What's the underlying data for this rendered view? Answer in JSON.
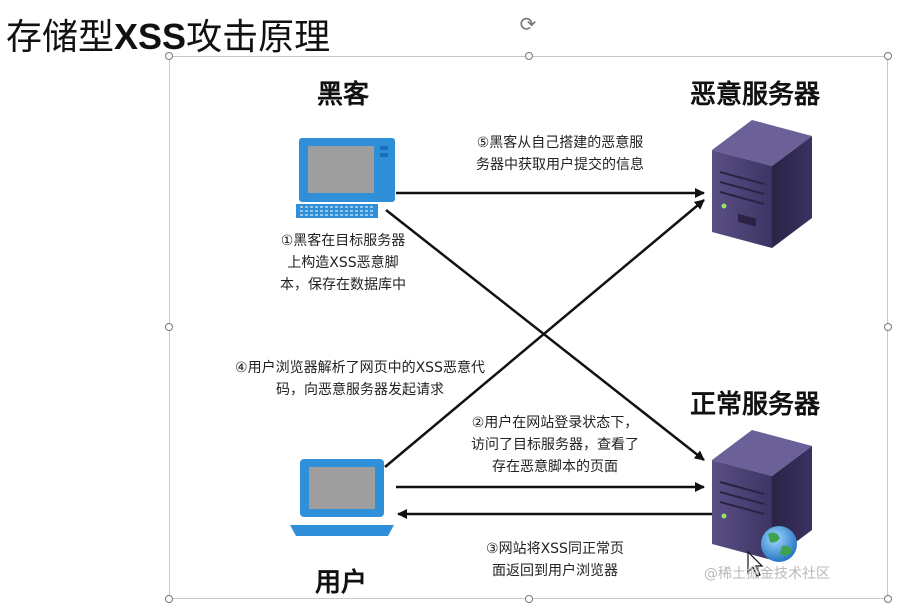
{
  "page": {
    "title_prefix": "存储型",
    "title_bold": "XSS",
    "title_suffix": "攻击原理"
  },
  "diagram": {
    "hacker_label": "黑客",
    "user_label": "用户",
    "malicious_server_label": "恶意服务器",
    "normal_server_label": "正常服务器",
    "steps": {
      "step1": [
        "①黑客在目标服务器",
        "上构造XSS恶意脚",
        "本，保存在数据库中"
      ],
      "step2": [
        "②用户在网站登录状态下，",
        "访问了目标服务器，查看了",
        "存在恶意脚本的页面"
      ],
      "step3": [
        "③网站将XSS同正常页",
        "面返回到用户浏览器"
      ],
      "step4": [
        "④用户浏览器解析了网页中的XSS恶意代",
        "码，向恶意服务器发起请求"
      ],
      "step5": [
        "⑤黑客从自己搭建的恶意服",
        "务器中获取用户提交的信息"
      ]
    },
    "watermark": "@稀土掘金技术社区"
  },
  "colors": {
    "monitor_blue": "#2f8fd8",
    "screen_gray": "#9e9e9e",
    "server_purple": "#4a4070",
    "arrow": "#111111"
  },
  "icons": [
    "hacker-computer-icon",
    "user-laptop-icon",
    "malicious-server-icon",
    "normal-server-icon",
    "globe-icon",
    "cursor-icon",
    "rotate-handle-icon"
  ]
}
